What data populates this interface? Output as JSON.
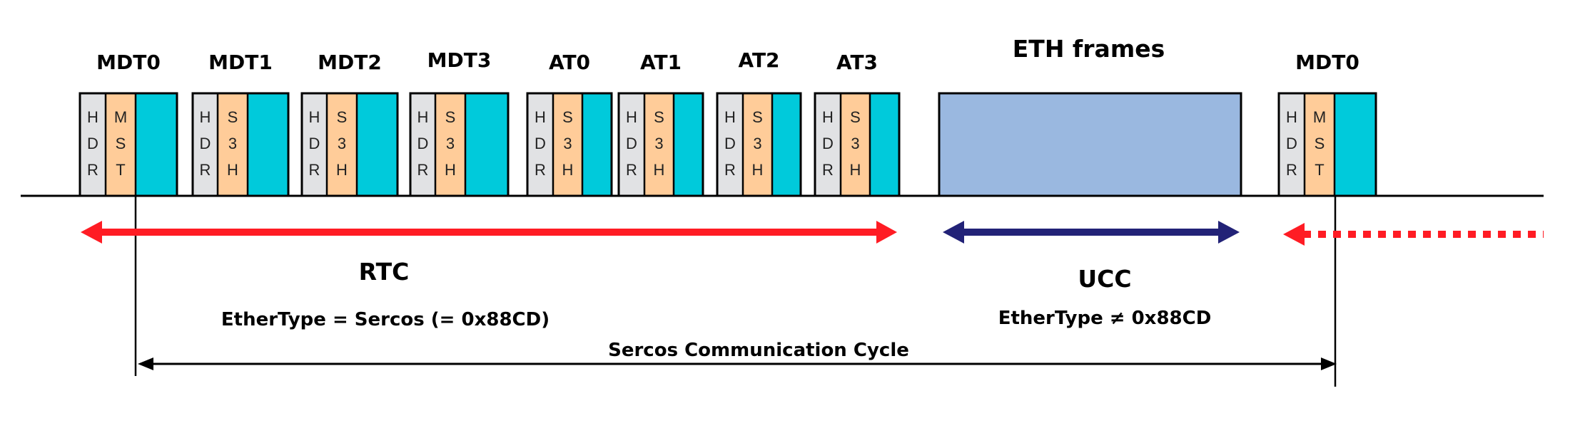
{
  "diagram": {
    "title": "Sercos Communication Cycle",
    "colors": {
      "hdr": "#e1e2e4",
      "service": "#ffcc99",
      "data": "#00cadb",
      "eth": "#9ab8e0",
      "rtc_arrow": "#ff1c24",
      "ucc_arrow": "#222277",
      "line": "#000000"
    },
    "frames": [
      {
        "label": "MDT0",
        "hdr": "HDR",
        "service": "MST",
        "type": "telegram"
      },
      {
        "label": "MDT1",
        "hdr": "HDR",
        "service": "S3H",
        "type": "telegram"
      },
      {
        "label": "MDT2",
        "hdr": "HDR",
        "service": "S3H",
        "type": "telegram"
      },
      {
        "label": "MDT3",
        "hdr": "HDR",
        "service": "S3H",
        "type": "telegram"
      },
      {
        "label": "AT0",
        "hdr": "HDR",
        "service": "S3H",
        "type": "telegram"
      },
      {
        "label": "AT1",
        "hdr": "HDR",
        "service": "S3H",
        "type": "telegram"
      },
      {
        "label": "AT2",
        "hdr": "HDR",
        "service": "S3H",
        "type": "telegram"
      },
      {
        "label": "AT3",
        "hdr": "HDR",
        "service": "S3H",
        "type": "telegram"
      },
      {
        "label": "ETH frames",
        "type": "eth"
      },
      {
        "label": "MDT0",
        "hdr": "HDR",
        "service": "MST",
        "type": "telegram"
      }
    ],
    "rtc": {
      "label": "RTC",
      "description": "EtherType = Sercos (= 0x88CD)"
    },
    "ucc": {
      "label": "UCC",
      "description": "EtherType ≠ 0x88CD"
    },
    "cycle_label": "Sercos Communication Cycle"
  }
}
